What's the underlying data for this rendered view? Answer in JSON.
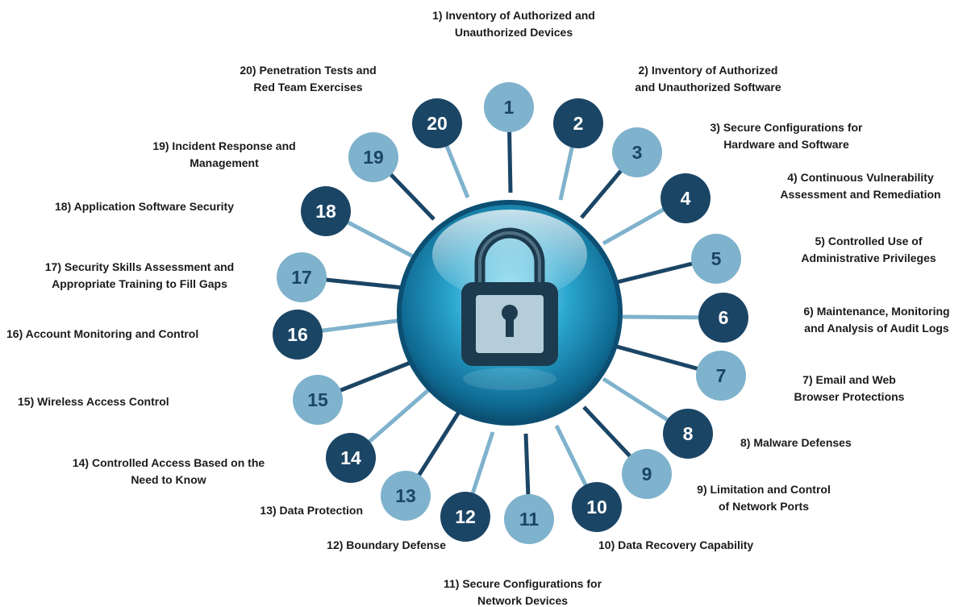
{
  "colors": {
    "dark_node": "#1b4565",
    "light_node": "#7fb2cc",
    "orb_core": "#1b8fbd",
    "lock": "#1d3b4e",
    "label": "#1b1b1b"
  },
  "center_icon": "padlock-icon",
  "controls": [
    {
      "number": "1",
      "line1": "1) Inventory of Authorized and",
      "line2": "Unauthorized Devices"
    },
    {
      "number": "2",
      "line1": "2) Inventory of Authorized",
      "line2": "and Unauthorized Software"
    },
    {
      "number": "3",
      "line1": "3) Secure Configurations for",
      "line2": "Hardware and  Software"
    },
    {
      "number": "4",
      "line1": "4) Continuous Vulnerability",
      "line2": "Assessment and Remediation"
    },
    {
      "number": "5",
      "line1": "5) Controlled Use of",
      "line2": "Administrative Privileges"
    },
    {
      "number": "6",
      "line1": "6) Maintenance, Monitoring",
      "line2": "and Analysis of Audit Logs"
    },
    {
      "number": "7",
      "line1": "7) Email and Web",
      "line2": "Browser Protections"
    },
    {
      "number": "8",
      "line1": "8) Malware Defenses",
      "line2": ""
    },
    {
      "number": "9",
      "line1": "9) Limitation and Control",
      "line2": "of Network Ports"
    },
    {
      "number": "10",
      "line1": "10) Data Recovery Capability",
      "line2": ""
    },
    {
      "number": "11",
      "line1": "11) Secure Configurations for",
      "line2": "Network Devices"
    },
    {
      "number": "12",
      "line1": "12) Boundary Defense",
      "line2": ""
    },
    {
      "number": "13",
      "line1": "13) Data Protection",
      "line2": ""
    },
    {
      "number": "14",
      "line1": "14) Controlled Access Based on the",
      "line2": "Need to Know"
    },
    {
      "number": "15",
      "line1": "15) Wireless Access Control",
      "line2": ""
    },
    {
      "number": "16",
      "line1": "16) Account Monitoring and Control",
      "line2": ""
    },
    {
      "number": "17",
      "line1": "17) Security Skills Assessment and",
      "line2": "Appropriate Training to Fill Gaps"
    },
    {
      "number": "18",
      "line1": "18) Application Software Security",
      "line2": ""
    },
    {
      "number": "19",
      "line1": "19) Incident Response and",
      "line2": "Management"
    },
    {
      "number": "20",
      "line1": "20) Penetration Tests and",
      "line2": "Red Team Exercises"
    }
  ]
}
